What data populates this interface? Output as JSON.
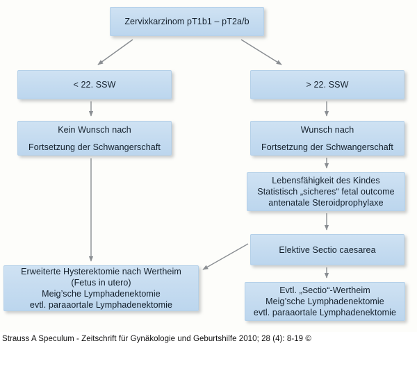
{
  "diagram": {
    "title_box": "Zervixkarzinom pT1b1 – pT2a/b",
    "nodes": {
      "diagnosis": {
        "lines": [
          "Zervixkarzinom pT1b1 – pT2a/b"
        ]
      },
      "lt22": {
        "lines": [
          "< 22. SSW"
        ]
      },
      "gt22": {
        "lines": [
          "> 22. SSW"
        ]
      },
      "no_wish": {
        "lines": [
          "Kein Wunsch nach",
          "Fortsetzung der Schwangerschaft"
        ]
      },
      "wish": {
        "lines": [
          "Wunsch nach",
          "Fortsetzung der Schwangerschaft"
        ]
      },
      "viability": {
        "lines": [
          "Lebensfähigkeit des Kindes",
          "Statistisch „sicheres“ fetal outcome",
          "antenatale Steroidprophylaxe"
        ]
      },
      "elective_sectio": {
        "lines": [
          "Elektive Sectio caesarea"
        ]
      },
      "wertheim": {
        "lines": [
          "Erweiterte Hysterektomie nach Wertheim",
          "(Fetus in utero)",
          "Meig’sche Lymphadenektomie",
          "evtl. paraaortale Lymphadenektomie"
        ]
      },
      "evtl_sectio_wertheim": {
        "lines": [
          "Evtl. „Sectio“-Wertheim",
          "Meig’sche Lymphadenektomie",
          "evtl. paraaortale Lymphadenektomie"
        ]
      }
    },
    "edges": [
      {
        "name": "diagnosis-to-lt22",
        "from": "diagnosis",
        "to": "lt22"
      },
      {
        "name": "diagnosis-to-gt22",
        "from": "diagnosis",
        "to": "gt22"
      },
      {
        "name": "lt22-to-no-wish",
        "from": "lt22",
        "to": "no_wish"
      },
      {
        "name": "gt22-to-wish",
        "from": "gt22",
        "to": "wish"
      },
      {
        "name": "no-wish-to-wertheim",
        "from": "no_wish",
        "to": "wertheim"
      },
      {
        "name": "wish-to-viability",
        "from": "wish",
        "to": "viability"
      },
      {
        "name": "viability-to-elective-sectio",
        "from": "viability",
        "to": "elective_sectio"
      },
      {
        "name": "elective-sectio-to-wertheim",
        "from": "elective_sectio",
        "to": "wertheim"
      },
      {
        "name": "elective-sectio-to-evtl-sectio",
        "from": "elective_sectio",
        "to": "evtl_sectio_wertheim"
      }
    ],
    "colors": {
      "node_fill": "#c6dcf0",
      "node_border": "#b4d0e8",
      "arrow": "#808488",
      "text": "#14202c",
      "background": "#fdfdfa"
    }
  },
  "caption": {
    "text": "Strauss A Speculum - Zeitschrift für Gynäkologie und Geburtshilfe 2010; 28 (4): 8-19 ©"
  }
}
